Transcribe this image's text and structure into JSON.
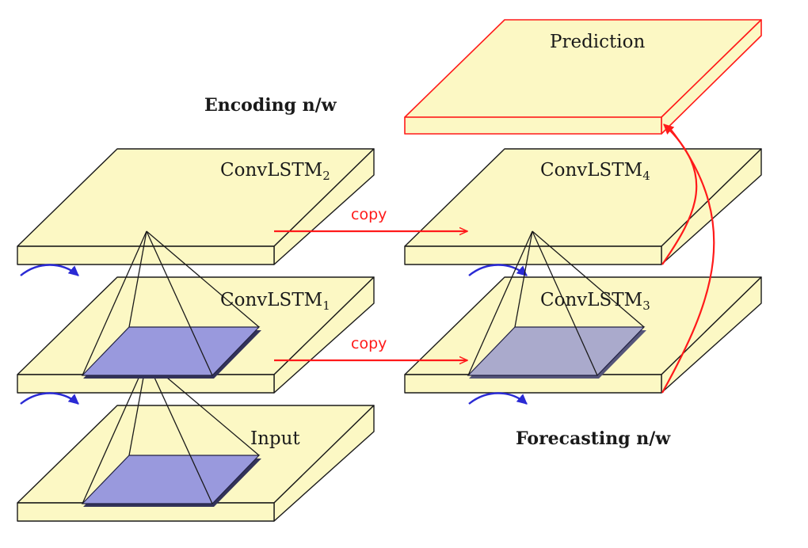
{
  "headings": {
    "encoding": "Encoding n/w",
    "forecasting": "Forecasting n/w"
  },
  "layers": {
    "input": "Input",
    "convlstm1": "ConvLSTM",
    "convlstm1_sub": "1",
    "convlstm2": "ConvLSTM",
    "convlstm2_sub": "2",
    "convlstm3": "ConvLSTM",
    "convlstm3_sub": "3",
    "convlstm4": "ConvLSTM",
    "convlstm4_sub": "4",
    "prediction": "Prediction"
  },
  "connections": {
    "copy_upper": "copy",
    "copy_lower": "copy"
  },
  "colors": {
    "slab_fill": "#fcf8c4",
    "kernel_fill": "#9999dd",
    "kernel_fill_faded": "#aaaacc",
    "copy_arrow": "#ff1a1a",
    "self_loop": "#2a2ad4",
    "prediction_outline": "#ff1a1a"
  },
  "icons": {
    "self_loop": "curved-arrow-icon",
    "copy_link": "arrow-right-icon"
  }
}
